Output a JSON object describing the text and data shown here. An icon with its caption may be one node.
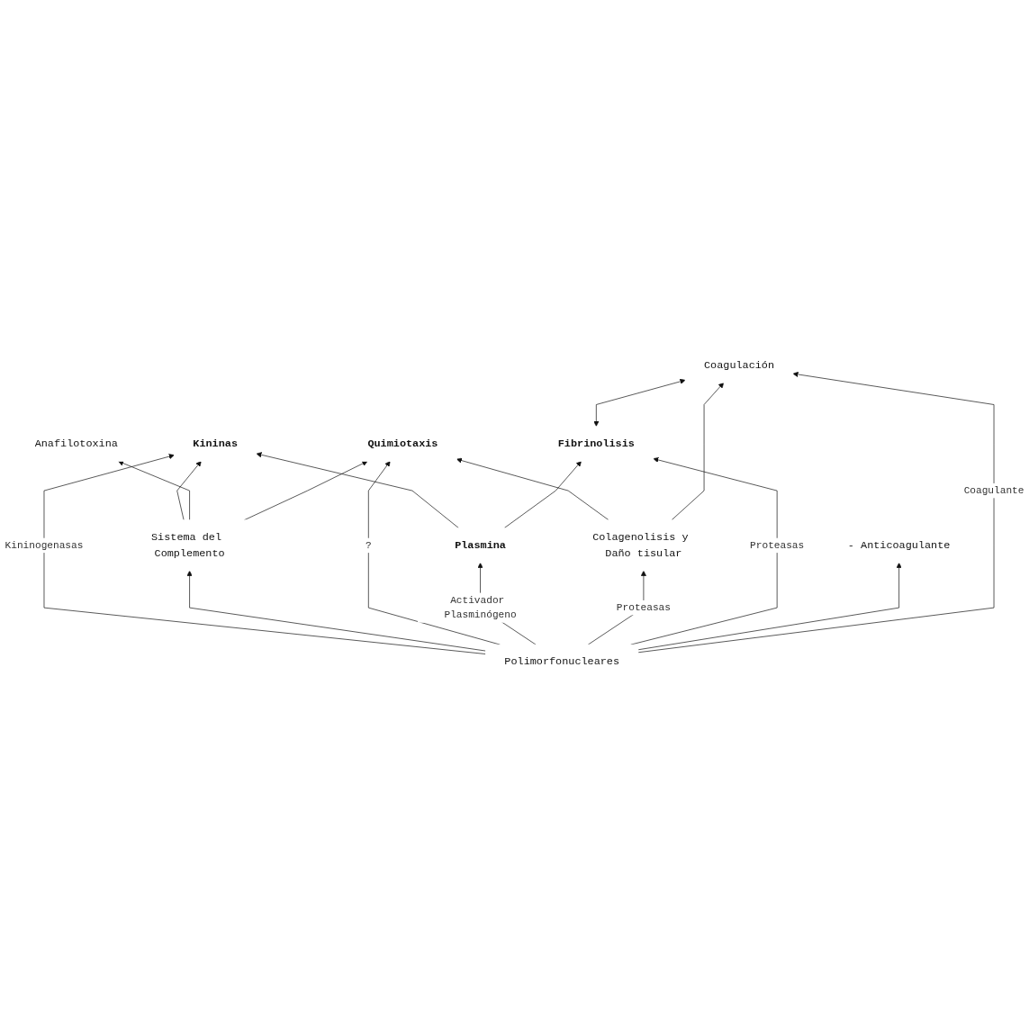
{
  "diagram": {
    "nodes": [
      {
        "text": [
          "Kininas"
        ]
      },
      {
        "text": [
          "Anafilotoxina"
        ]
      },
      {
        "text": [
          "Quimiotaxis"
        ]
      },
      {
        "text": [
          "Sistema del Complemento"
        ]
      },
      {
        "text": [
          "Plasmina"
        ]
      },
      {
        "text": [
          "Polimorfonucleares"
        ]
      },
      {
        "text": [
          "Colagenolisis y Daño tisular"
        ]
      },
      {
        "text": [
          "- Anticoagulante"
        ]
      },
      {
        "text": [
          "Fibrinolisis"
        ]
      },
      {
        "text": [
          "Coagulación"
        ]
      }
    ],
    "edges": [
      {
        "from": 3,
        "to": 0,
        "arrow": "to"
      },
      {
        "from": 3,
        "to": 1,
        "arrow": "to"
      },
      {
        "from": 3,
        "to": 2,
        "arrow": "to"
      },
      {
        "from": 5,
        "to": 0,
        "arrow": "to",
        "label": "Kininogenasas"
      },
      {
        "from": 5,
        "to": 3,
        "arrow": "to"
      },
      {
        "from": 5,
        "to": 2,
        "arrow": "to",
        "label": "?"
      },
      {
        "from": 4,
        "to": 0,
        "arrow": "to"
      },
      {
        "from": 6,
        "to": 2,
        "arrow": "to"
      },
      {
        "from": 5,
        "to": 4,
        "arrow": "to",
        "label": "Activador Plasminógeno"
      },
      {
        "from": 5,
        "to": 6,
        "arrow": "to",
        "label": "Proteasas"
      },
      {
        "from": 5,
        "to": 8,
        "arrow": "to",
        "label": "Proteasas"
      },
      {
        "from": 5,
        "to": 7,
        "arrow": "to"
      },
      {
        "from": 5,
        "to": 9,
        "arrow": "to",
        "label": "Coagulante"
      },
      {
        "from": 4,
        "to": 8,
        "arrow": "to"
      },
      {
        "from": 6,
        "to": 9,
        "arrow": "to"
      },
      {
        "from": 8,
        "to": 9,
        "arrow": "both"
      }
    ]
  }
}
